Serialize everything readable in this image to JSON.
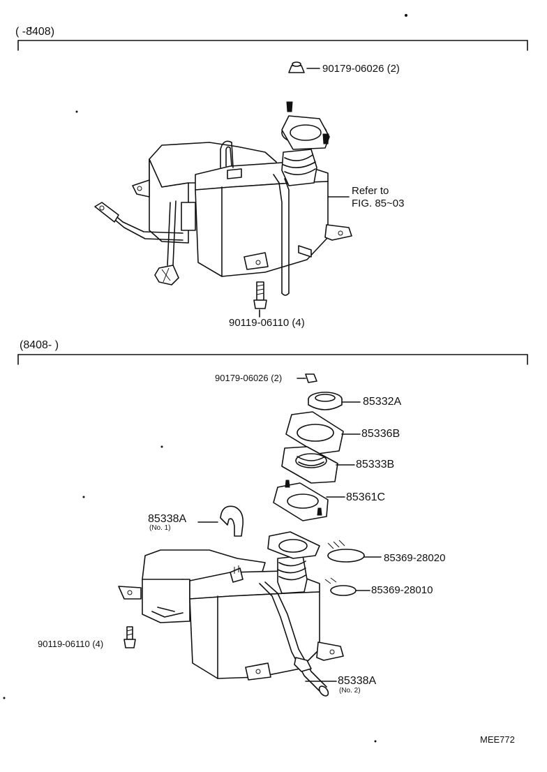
{
  "sections": [
    {
      "range": "(   -8408)"
    },
    {
      "range": "(8408-      )"
    }
  ],
  "top_labels": {
    "nut": "90179-06026",
    "nut_qty": "(2)",
    "refer_line1": "Refer to",
    "refer_line2": "FIG. 85~03",
    "bolt": "90119-06110",
    "bolt_qty": "(4)"
  },
  "bottom_labels": {
    "nut": "90179-06026",
    "nut_qty": "(2)",
    "cap": "85332A",
    "gasket": "85336B",
    "inlet": "85333B",
    "plate_gasket": "85361C",
    "hose1": "85338A",
    "hose1_note": "(No. 1)",
    "label_a": "85369-28020",
    "label_b": "85369-28010",
    "bolt": "90119-06110",
    "bolt_qty": "(4)",
    "hose2": "85338A",
    "hose2_note": "(No. 2)"
  },
  "figure_id": "MEE772"
}
